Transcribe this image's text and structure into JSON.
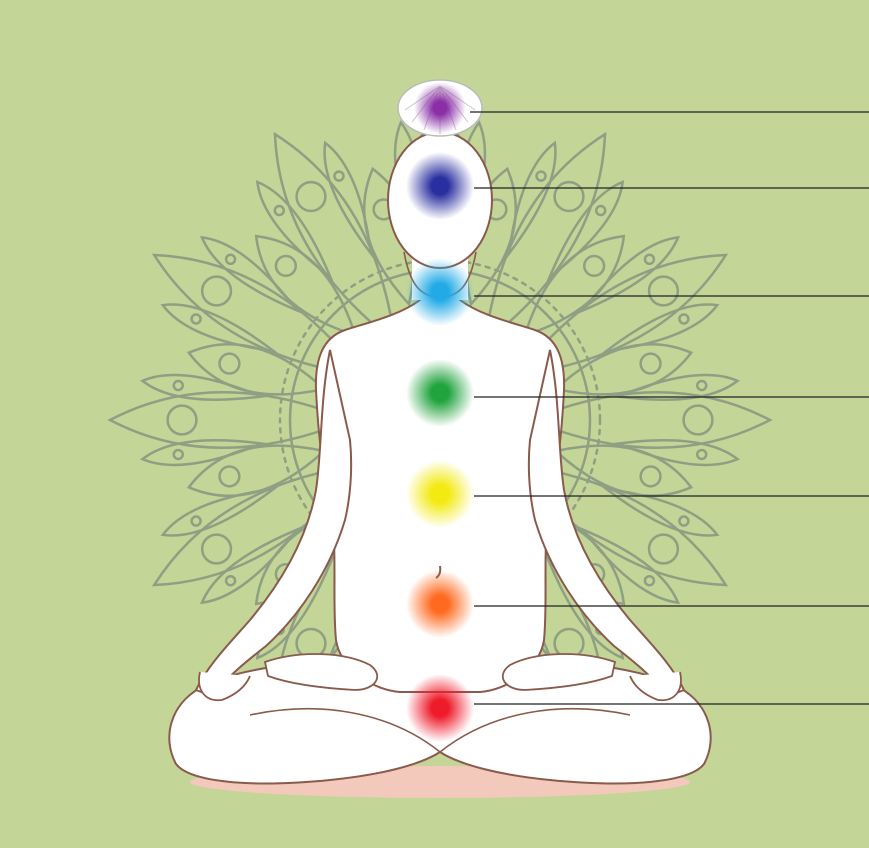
{
  "background_color": "#c3d597",
  "mandala_color": "#8f9f83",
  "figure_fill": "#ffffff",
  "figure_outline": "#8a5a4c",
  "cushion_color": "#f2c9bb",
  "leader_line_color": "#222222",
  "chakras": [
    {
      "name": "crown",
      "color": "#8a2fa6",
      "label": ""
    },
    {
      "name": "third-eye",
      "color": "#2a2fa0",
      "label": ""
    },
    {
      "name": "throat",
      "color": "#22aae6",
      "label": ""
    },
    {
      "name": "heart",
      "color": "#21a33d",
      "label": ""
    },
    {
      "name": "solar-plexus",
      "color": "#f2ea10",
      "label": ""
    },
    {
      "name": "sacral",
      "color": "#ff6a20",
      "label": ""
    },
    {
      "name": "root",
      "color": "#ee1b2a",
      "label": ""
    }
  ]
}
